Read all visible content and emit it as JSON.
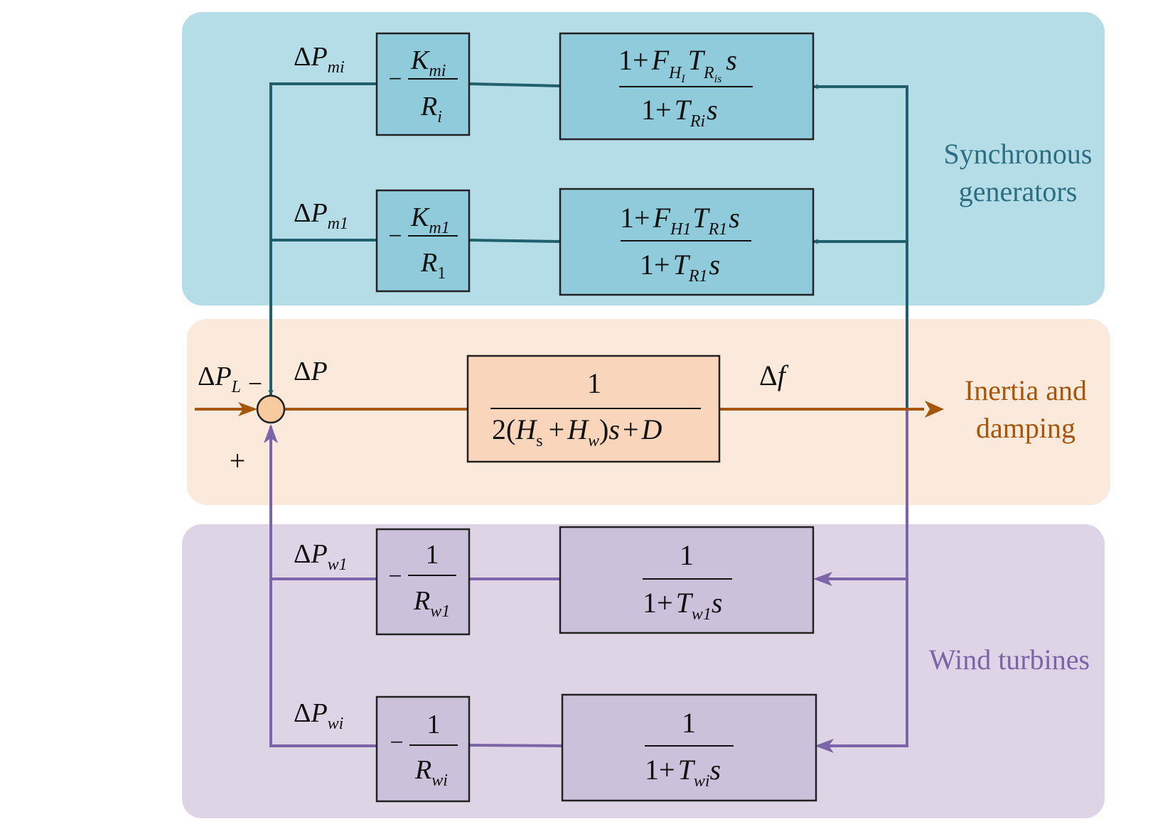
{
  "colors": {
    "sync_region": "#b5dde8",
    "sync_block": "#8fcbdb",
    "sync_line": "#1f5f6e",
    "sync_text": "#2b6f80",
    "inertia_region": "#fbeadb",
    "inertia_block": "#f8d5bb",
    "inertia_line": "#a6550a",
    "inertia_text": "#a6550a",
    "wind_region": "#ddd4e6",
    "wind_block": "#cbc1db",
    "wind_line": "#7b64a8",
    "wind_text": "#7b64a8",
    "sum_fill": "#f8caa0"
  },
  "regions": {
    "sync_label_line1": "Synchronous",
    "sync_label_line2": "generators",
    "inertia_label_line1": "Inertia and",
    "inertia_label_line2": "damping",
    "wind_label": "Wind turbines"
  },
  "signals": {
    "delta": "Δ",
    "P": "P",
    "f": "f",
    "sub_mi": "mi",
    "sub_m1": "m1",
    "sub_L": "L",
    "sub_w1": "w1",
    "sub_wi": "wi",
    "minus": "−",
    "plus": "+"
  },
  "blocks": {
    "gain_mi": {
      "sign": "−",
      "num": "K",
      "num_sub": "mi",
      "den": "R",
      "den_sub": "i"
    },
    "gain_m1": {
      "sign": "−",
      "num": "K",
      "num_sub": "m1",
      "den": "R",
      "den_sub": "1"
    },
    "gov_i": {
      "one": "1",
      "plus": "+",
      "F": "F",
      "H": "H",
      "I": "I",
      "T": "T",
      "R": "R",
      "is": "is",
      "Ri": "Ri",
      "s": "s"
    },
    "gov_1": {
      "one": "1",
      "plus": "+",
      "F": "F",
      "H1": "H1",
      "T": "T",
      "R1": "R1",
      "s": "s"
    },
    "inertia": {
      "num": "1",
      "two": "2(",
      "H": "H",
      "sub_s": "s",
      "plus": "+",
      "sub_w": "w",
      "close": ")",
      "s": "s",
      "D": "D"
    },
    "gain_w1": {
      "sign": "−",
      "num": "1",
      "den": "R",
      "den_sub": "w1"
    },
    "gain_wi": {
      "sign": "−",
      "num": "1",
      "den": "R",
      "den_sub": "wi"
    },
    "wt_1": {
      "num": "1",
      "one": "1",
      "plus": "+",
      "T": "T",
      "sub": "w1",
      "s": "s"
    },
    "wt_i": {
      "num": "1",
      "one": "1",
      "plus": "+",
      "T": "T",
      "sub": "wi",
      "s": "s"
    }
  }
}
